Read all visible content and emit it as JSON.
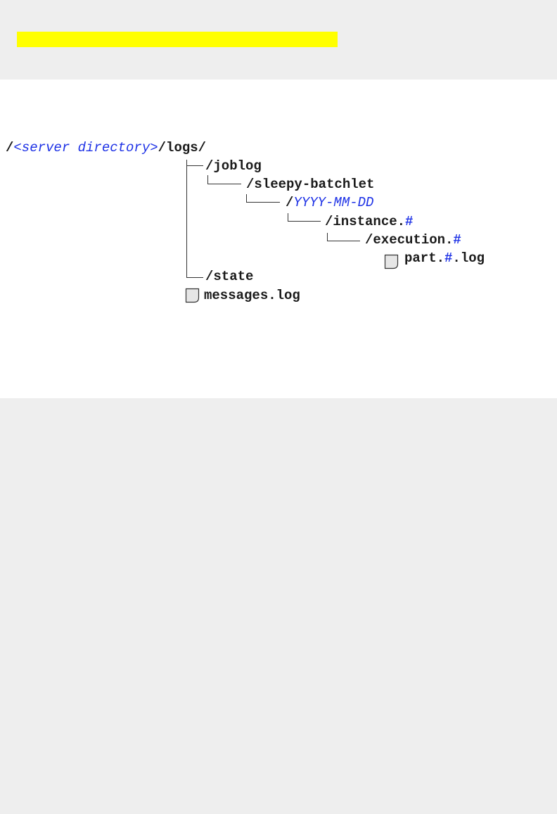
{
  "path": {
    "root_slash": "/",
    "server_dir": "<server directory>",
    "logs": "/logs/"
  },
  "tree": {
    "joblog": "/joblog",
    "sleepy": "/sleepy-batchlet",
    "date_slash": "/",
    "date": "YYYY-MM-DD",
    "instance": "/instance.",
    "instance_hash": "#",
    "execution": "/execution.",
    "execution_hash": "#",
    "part_prefix": "part.",
    "part_hash": "#",
    "part_suffix": ".log",
    "state": "/state",
    "messages": "messages.log"
  },
  "icons": [
    "document-icon"
  ],
  "colors": {
    "highlight": "#ffff00",
    "placeholder": "#1e32e6"
  }
}
